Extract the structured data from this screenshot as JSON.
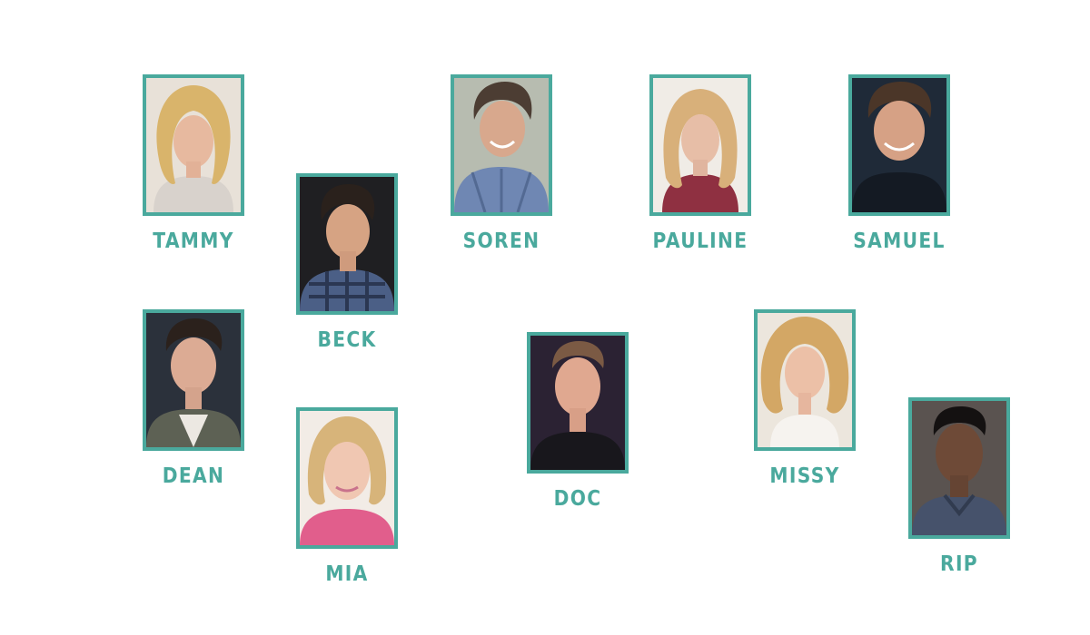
{
  "cast": [
    {
      "name": "TAMMY"
    },
    {
      "name": "BECK"
    },
    {
      "name": "SOREN"
    },
    {
      "name": "PAULINE"
    },
    {
      "name": "SAMUEL"
    },
    {
      "name": "DEAN"
    },
    {
      "name": "MIA"
    },
    {
      "name": "DOC"
    },
    {
      "name": "MISSY"
    },
    {
      "name": "RIP"
    }
  ],
  "colors": {
    "accent": "#4aa99d"
  }
}
